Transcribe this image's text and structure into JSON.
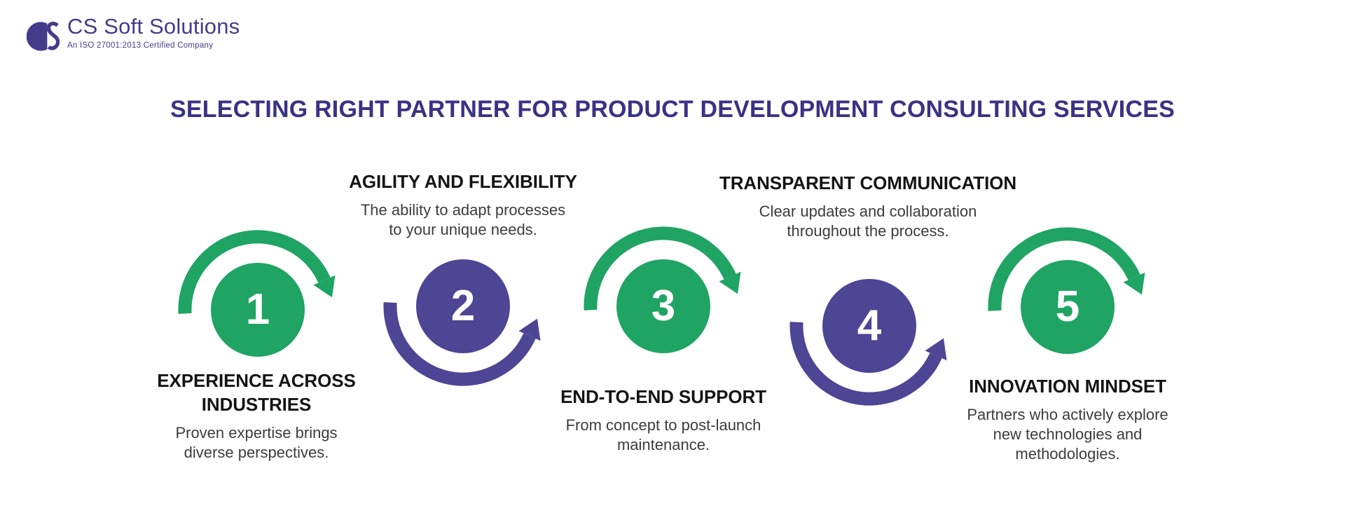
{
  "logo": {
    "name": "CS Soft Solutions",
    "tagline": "An ISO 27001:2013 Certified Company",
    "mark": "cs-monogram-icon"
  },
  "title": "SELECTING RIGHT PARTNER FOR PRODUCT DEVELOPMENT CONSULTING SERVICES",
  "colors": {
    "green": "#1FA463",
    "purple": "#4E4594",
    "title-indigo": "#3A3284",
    "logo-indigo": "#443C8B",
    "heading": "#141414",
    "body": "#3C3C3C"
  },
  "steps": [
    {
      "number": "1",
      "title": "EXPERIENCE ACROSS\nINDUSTRIES",
      "description": "Proven expertise brings\ndiverse perspectives.",
      "accent": "green",
      "arrow": "clockwise-over-top-down-arrow",
      "text_position": "below"
    },
    {
      "number": "2",
      "title": "AGILITY AND FLEXIBILITY",
      "description": "The ability to adapt processes\nto your unique needs.",
      "accent": "purple",
      "arrow": "under-bottom-up-arrow",
      "text_position": "above"
    },
    {
      "number": "3",
      "title": "END-TO-END SUPPORT",
      "description": "From concept to post-launch\nmaintenance.",
      "accent": "green",
      "arrow": "clockwise-over-top-down-arrow",
      "text_position": "below"
    },
    {
      "number": "4",
      "title": "TRANSPARENT COMMUNICATION",
      "description": "Clear updates and collaboration\nthroughout the process.",
      "accent": "purple",
      "arrow": "under-bottom-up-arrow",
      "text_position": "above"
    },
    {
      "number": "5",
      "title": "INNOVATION MINDSET",
      "description": "Partners who actively explore\nnew technologies and\nmethodologies.",
      "accent": "green",
      "arrow": "clockwise-over-top-down-arrow",
      "text_position": "below"
    }
  ]
}
